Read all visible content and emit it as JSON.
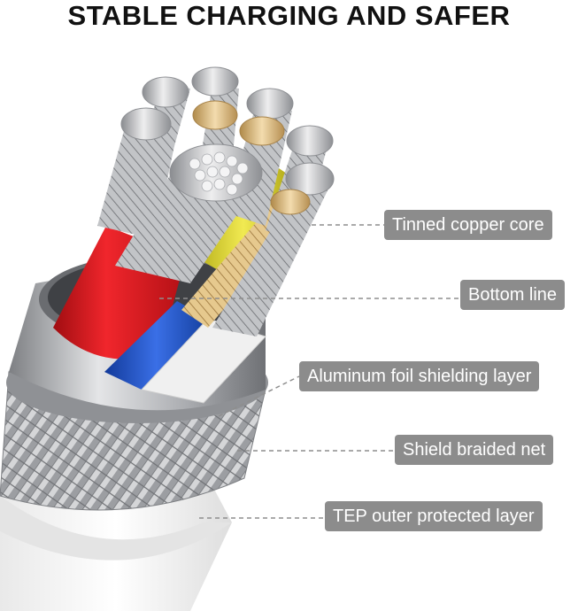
{
  "title": "STABLE CHARGING AND SAFER",
  "labels": {
    "tinned_copper_core": "Tinned copper core",
    "bottom_line": "Bottom line",
    "aluminum_foil": "Aluminum foil shielding layer",
    "shield_braided_net": "Shield braided net",
    "tep_outer_layer": "TEP outer protected layer"
  },
  "colors": {
    "label_bg": "#8c8c8c",
    "label_text": "#ffffff",
    "wire_red": "#d9151b",
    "wire_blue": "#1d4fc4",
    "wire_yellow": "#d8d12a",
    "wire_white": "#f1f1f1",
    "copper": "#d9b77a",
    "tinned_strand": "#b9bbbe",
    "jacket": "#f6f6f6"
  }
}
